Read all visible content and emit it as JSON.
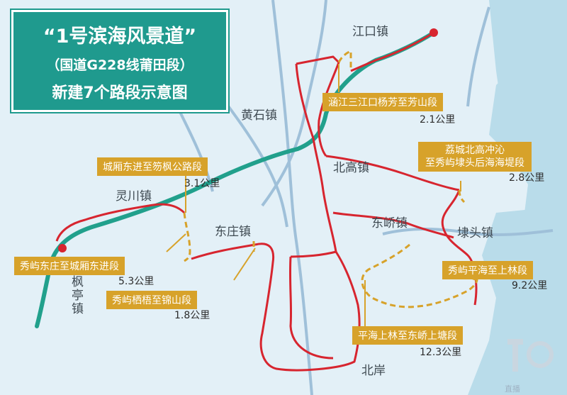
{
  "title": {
    "line1": "“1号滨海风景道”",
    "line2": "（国道G228线莆田段）",
    "line3": "新建7个路段示意图"
  },
  "towns": {
    "jiangkou": "江口镇",
    "huangshi": "黄石镇",
    "beigao": "北高镇",
    "lingchuan": "灵川镇",
    "dongzhuang": "东庄镇",
    "dongqiao": "东峤镇",
    "daitou": "埭头镇",
    "fengting": "枫亭镇",
    "beian": "北岸"
  },
  "segments": [
    {
      "name": "涵江三江口杨芳至芳山段",
      "length": "2.1公里"
    },
    {
      "name": "城厢东进至笏枫公路段",
      "length": "3.1公里"
    },
    {
      "name": "荔城北高冲沁",
      "name2": "至秀屿埭头后海海堤段",
      "length": "2.8公里"
    },
    {
      "name": "秀屿东庄至城厢东进段",
      "length": "5.3公里"
    },
    {
      "name": "秀屿栖梧至锦山段",
      "length": "1.8公里"
    },
    {
      "name": "秀屿平海至上林段",
      "length": "9.2公里"
    },
    {
      "name": "平海上林至东峤上塘段",
      "length": "12.3公里"
    }
  ],
  "colors": {
    "sea": "#b9dcea",
    "land": "#e3f0f7",
    "highway": "#21a08c",
    "new_road": "#d7252f",
    "planned_road": "#d7a22a",
    "river": "#9fc0d9",
    "label_bg": "#d7a22a",
    "title_bg": "#1f9a8e"
  },
  "watermark": {
    "text": "直播"
  }
}
